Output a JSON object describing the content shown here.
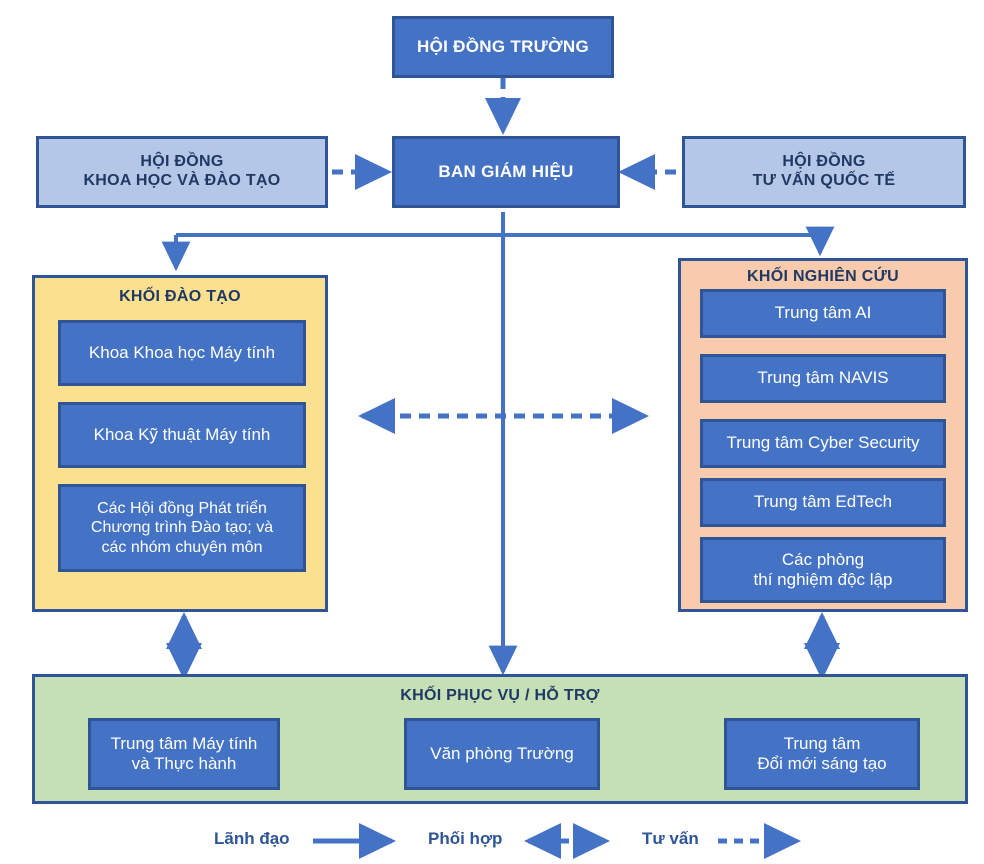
{
  "diagram": {
    "title_node": {
      "label": "HỘI ĐỒNG TRƯỜNG"
    },
    "executive_node": {
      "label": "BAN GIÁM HIỆU"
    },
    "left_advisory": {
      "line1": "HỘI ĐỒNG",
      "line2": "KHOA HỌC VÀ ĐÀO TẠO"
    },
    "right_advisory": {
      "line1": "HỘI ĐỒNG",
      "line2": "TƯ VẤN QUỐC TẾ"
    },
    "training_block": {
      "title": "KHỐI ĐÀO TẠO",
      "items": [
        {
          "label": "Khoa Khoa học Máy tính"
        },
        {
          "label": "Khoa Kỹ thuật Máy tính"
        },
        {
          "line1": "Các Hội đồng Phát triển",
          "line2": "Chương trình Đào tạo; và",
          "line3": "các nhóm chuyên môn"
        }
      ]
    },
    "research_block": {
      "title": "KHỐI NGHIÊN CỨU",
      "items": [
        {
          "label": "Trung tâm AI"
        },
        {
          "label": "Trung tâm NAVIS"
        },
        {
          "label": "Trung tâm Cyber Security"
        },
        {
          "label": "Trung tâm EdTech"
        },
        {
          "line1": "Các phòng",
          "line2": "thí nghiệm độc lập"
        }
      ]
    },
    "support_block": {
      "title": "KHỐI PHỤC VỤ / HỖ TRỢ",
      "items": [
        {
          "line1": "Trung tâm Máy tính",
          "line2": "và Thực hành"
        },
        {
          "line1": "Văn phòng Trường",
          "line2": ""
        },
        {
          "line1": "Trung tâm",
          "line2": "Đổi mới sáng tạo"
        }
      ]
    },
    "legend": [
      {
        "label": "Lãnh đạo",
        "style": "solid-arrow"
      },
      {
        "label": "Phối hợp",
        "style": "dashed-double-arrow"
      },
      {
        "label": "Tư vấn",
        "style": "dashed-arrow"
      }
    ],
    "colors": {
      "accent_blue": "#4472C4",
      "border_blue": "#2F5597",
      "advisory_blue": "#B4C7E7",
      "training_yellow": "#FBE08F",
      "research_peach": "#F8CBAD",
      "support_green": "#C5E0B4",
      "text_dark": "#203864"
    }
  }
}
